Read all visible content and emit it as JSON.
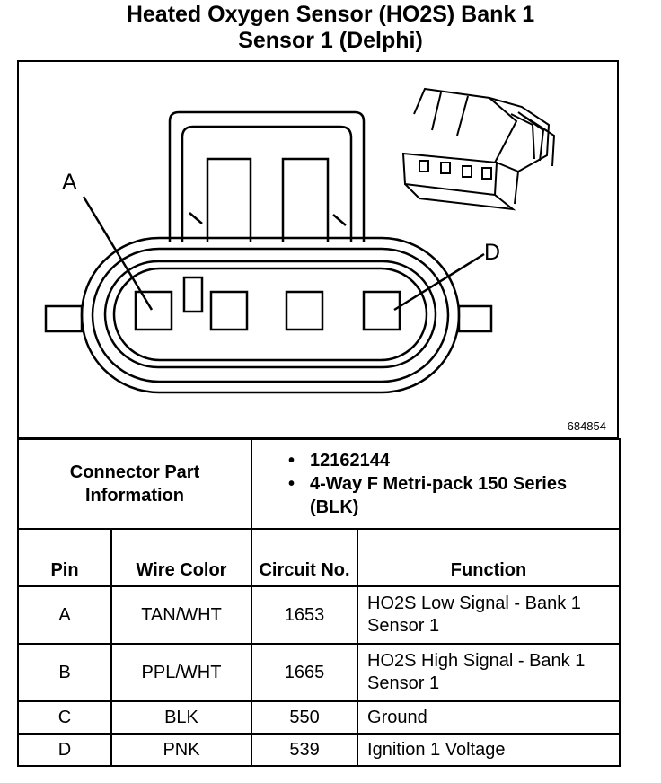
{
  "title": {
    "line1": "Heated Oxygen Sensor (HO2S) Bank 1",
    "line2": "Sensor 1 (Delphi)"
  },
  "figure": {
    "id": "684854",
    "pin_labels": {
      "a": "A",
      "d": "D"
    }
  },
  "connector": {
    "label": "Connector Part Information",
    "info": [
      "12162144",
      "4-Way F Metri-pack 150 Series (BLK)"
    ]
  },
  "headers": {
    "pin": "Pin",
    "wire_color": "Wire Color",
    "circuit": "Circuit No.",
    "function": "Function"
  },
  "rows": [
    {
      "pin": "A",
      "wire": "TAN/WHT",
      "circuit": "1653",
      "function": "HO2S Low Signal - Bank 1 Sensor 1"
    },
    {
      "pin": "B",
      "wire": "PPL/WHT",
      "circuit": "1665",
      "function": "HO2S High Signal - Bank 1 Sensor 1"
    },
    {
      "pin": "C",
      "wire": "BLK",
      "circuit": "550",
      "function": "Ground"
    },
    {
      "pin": "D",
      "wire": "PNK",
      "circuit": "539",
      "function": "Ignition 1 Voltage"
    }
  ]
}
